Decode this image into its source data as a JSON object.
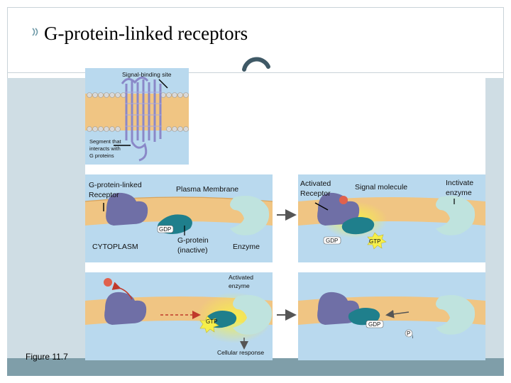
{
  "slide": {
    "title": "G-protein-linked receptors",
    "figure_label": "Figure 11.7"
  },
  "diagram": {
    "top_panel": {
      "signal_binding_site": "Signal-binding site",
      "segment_label": "Segment that\ninteracts with\nG proteins"
    },
    "panel_1": {
      "receptor_label": "G-protein-linked\nReceptor",
      "membrane_label": "Plasma Membrane",
      "gdp_label": "GDP",
      "cytoplasm_label": "CYTOPLASM",
      "gprotein_label": "G-protein\n(inactive)",
      "enzyme_label": "Enzyme"
    },
    "panel_2": {
      "activated_receptor_label": "Activated\nReceptor",
      "signal_molecule_label": "Signal molecule",
      "inactive_enzyme_label": "Inctivate\nenzyme",
      "gdp_label": "GDP",
      "gtp_label": "GTP"
    },
    "panel_3": {
      "activated_enzyme_label": "Activated\nenzyme",
      "gtp_label": "GTP",
      "cellular_response_label": "Cellular response"
    },
    "panel_4": {
      "gdp_label": "GDP",
      "pi_label": "P",
      "pi_subscript": "i"
    }
  },
  "colors": {
    "panel_bg": "#b9d9ee",
    "membrane": "#f0c583",
    "membrane_edge": "#d9a45c",
    "receptor": "#6f6fa6",
    "gprotein": "#1f7f8c",
    "enzyme": "#bfe3de",
    "signal": "#e0614d",
    "glow": "#f6ef4a",
    "side_panel": "#cfdde4",
    "bottom_strip": "#7f9ea9"
  },
  "icons": [
    "bullet-icon",
    "spinner-icon",
    "arrow-right-icon",
    "starburst-icon"
  ]
}
